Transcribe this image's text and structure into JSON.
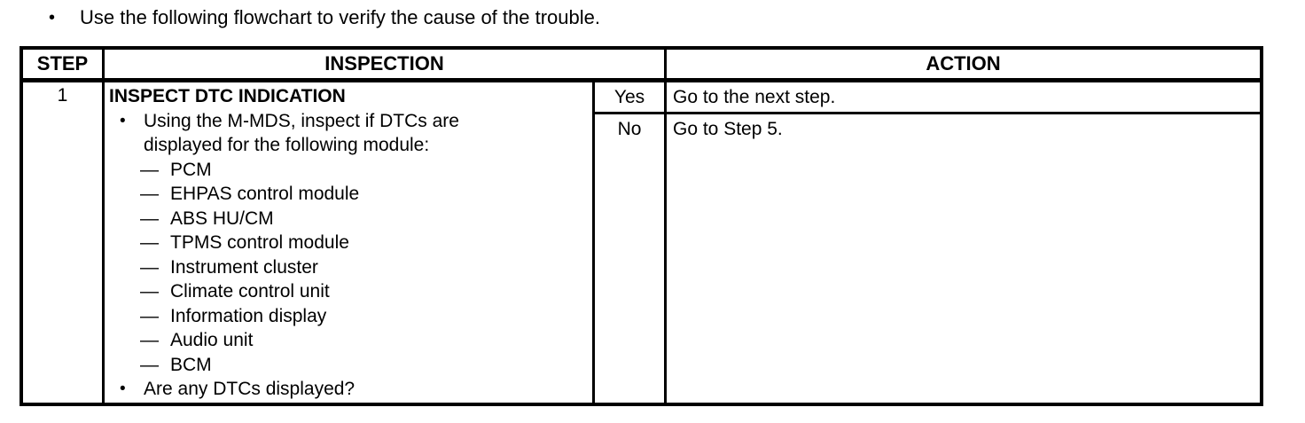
{
  "glyphs": {
    "bullet": "•",
    "dash": "—"
  },
  "intro": {
    "text": "Use the following flowchart to verify the cause of the trouble."
  },
  "table": {
    "headers": {
      "step": "STEP",
      "inspection": "INSPECTION",
      "action": "ACTION"
    },
    "rows": [
      {
        "step": "1",
        "inspection": {
          "title": "INSPECT DTC INDICATION",
          "items": [
            {
              "text": "Using the M-MDS, inspect if DTCs are displayed for the following module:",
              "subitems": [
                "PCM",
                "EHPAS control module",
                "ABS HU/CM",
                "TPMS control module",
                "Instrument cluster",
                "Climate control unit",
                "Information display",
                "Audio unit",
                "BCM"
              ]
            },
            {
              "text": "Are any DTCs displayed?"
            }
          ]
        },
        "branches": [
          {
            "label": "Yes",
            "action": "Go to the next step."
          },
          {
            "label": "No",
            "action": "Go to Step 5."
          }
        ]
      }
    ]
  }
}
